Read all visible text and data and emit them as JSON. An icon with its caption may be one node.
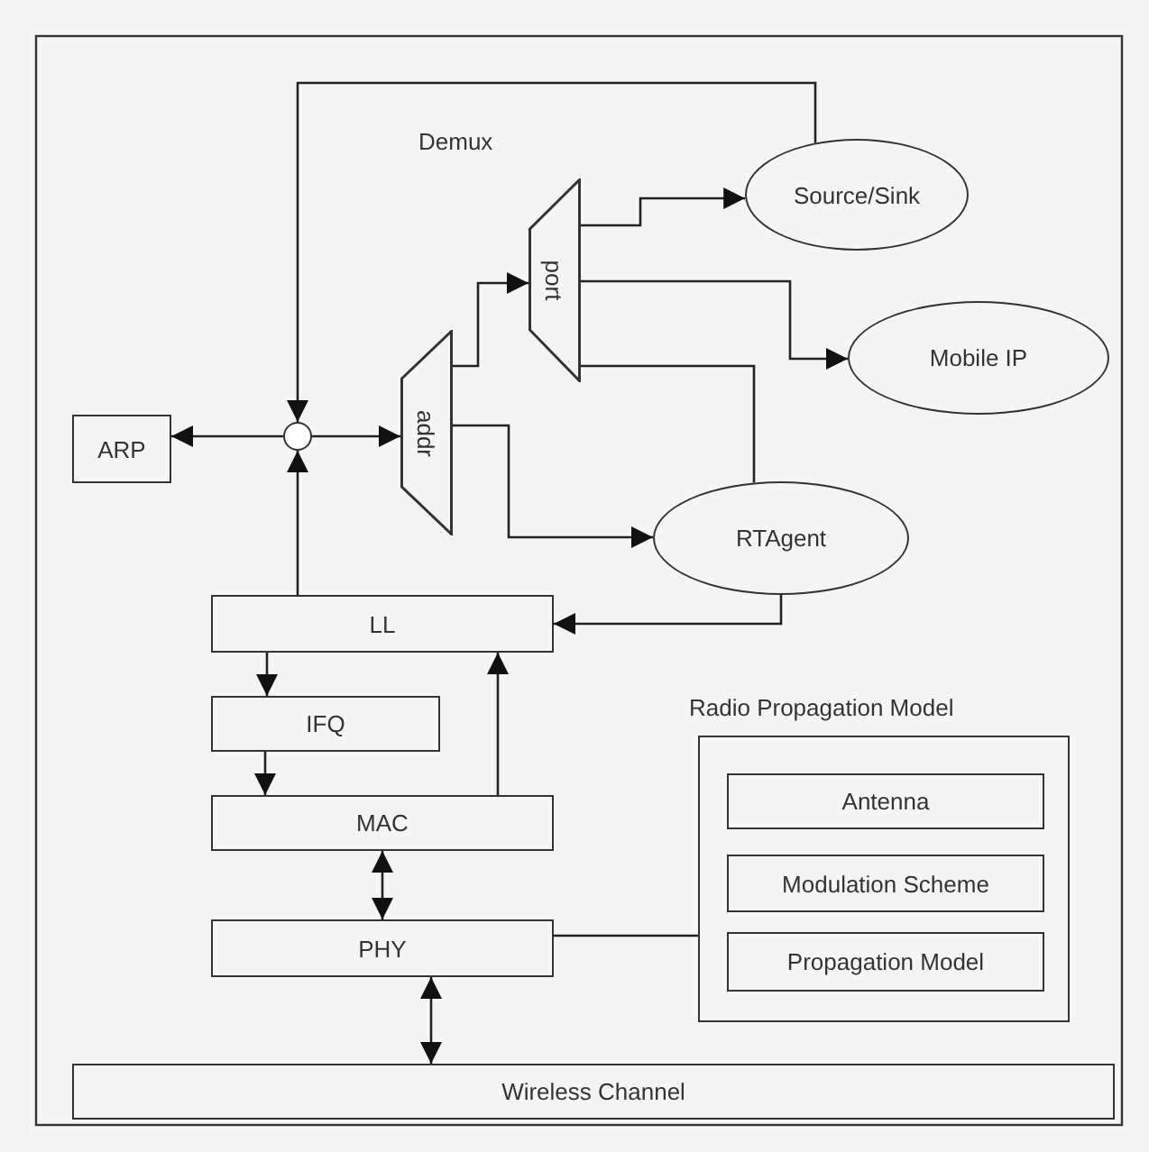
{
  "diagram": {
    "nodes": [
      {
        "text": [
          "ARP"
        ]
      },
      {
        "text": [],
        "shape": "circle"
      },
      {
        "text": [
          "addr"
        ]
      },
      {
        "text": [
          "port"
        ]
      },
      {
        "text": [
          "Source/Sink"
        ]
      },
      {
        "text": [
          "Mobile IP"
        ]
      },
      {
        "text": [
          "RTAgent"
        ]
      },
      {
        "text": [
          "LL"
        ]
      },
      {
        "text": [
          "IFQ"
        ]
      },
      {
        "text": [
          "MAC"
        ]
      },
      {
        "text": [
          "PHY"
        ]
      },
      {
        "text": [
          "Radio Propagation Model"
        ]
      },
      {
        "text": [
          "Antenna"
        ],
        "in": 11
      },
      {
        "text": [
          "Modulation Scheme"
        ],
        "in": 11
      },
      {
        "text": [
          "Propagation Model"
        ],
        "in": 11
      },
      {
        "text": [
          "Wireless Channel"
        ]
      }
    ],
    "edges": [
      {
        "from": 1,
        "to": 0,
        "arrow": "to"
      },
      {
        "from": 1,
        "to": 2,
        "arrow": "to"
      },
      {
        "from": 7,
        "to": 1,
        "arrow": "to"
      },
      {
        "from": 4,
        "to": 1,
        "arrow": "to"
      },
      {
        "from": 2,
        "to": 3,
        "arrow": "to"
      },
      {
        "from": 2,
        "to": 6,
        "arrow": "to"
      },
      {
        "from": 3,
        "to": 4,
        "arrow": "to"
      },
      {
        "from": 3,
        "to": 5,
        "arrow": "to"
      },
      {
        "from": 6,
        "to": 3,
        "arrow": "none"
      },
      {
        "from": 6,
        "to": 7,
        "arrow": "to"
      },
      {
        "from": 7,
        "to": 8,
        "arrow": "to"
      },
      {
        "from": 8,
        "to": 9,
        "arrow": "to"
      },
      {
        "from": 9,
        "to": 7,
        "arrow": "to"
      },
      {
        "from": 9,
        "to": 10,
        "arrow": "both"
      },
      {
        "from": 10,
        "to": 11,
        "arrow": "none"
      },
      {
        "from": 10,
        "to": 15,
        "arrow": "both"
      }
    ],
    "labels": [
      "Demux"
    ]
  }
}
